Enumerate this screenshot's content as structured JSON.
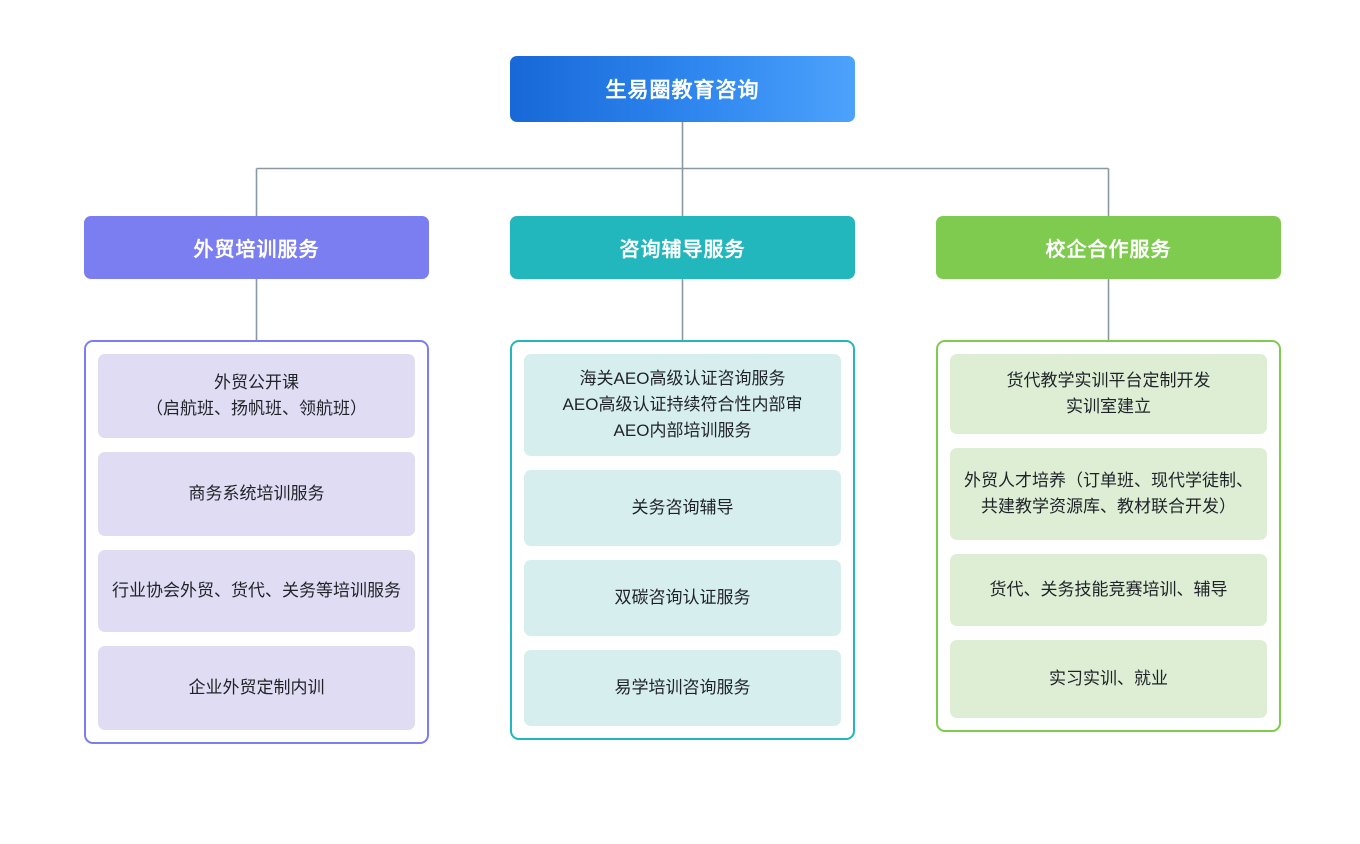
{
  "diagram": {
    "type": "organization-chart",
    "root": {
      "label": "生易圈教育咨询",
      "color": "#2f87ef",
      "gradient_from": "#1868d8",
      "gradient_to": "#4da2fb"
    },
    "connector_color": "#8a97a5",
    "columns": [
      {
        "id": "foreign-trade-training",
        "label": "外贸培训服务",
        "header_color": "#7b7ef0",
        "card_color": "#e0dcf4",
        "items": [
          {
            "label": "外贸公开课\n（启航班、扬帆班、领航班）"
          },
          {
            "label": "商务系统培训服务"
          },
          {
            "label": "行业协会外贸、货代、关务等培训服务"
          },
          {
            "label": "企业外贸定制内训"
          }
        ]
      },
      {
        "id": "consulting-tutoring",
        "label": "咨询辅导服务",
        "header_color": "#22b6bd",
        "card_color": "#d7eeee",
        "items": [
          {
            "label": "海关AEO高级认证咨询服务\nAEO高级认证持续符合性内部审\nAEO内部培训服务"
          },
          {
            "label": "关务咨询辅导"
          },
          {
            "label": "双碳咨询认证服务"
          },
          {
            "label": "易学培训咨询服务"
          }
        ]
      },
      {
        "id": "school-enterprise-cooperation",
        "label": "校企合作服务",
        "header_color": "#7ecb4f",
        "card_color": "#ddeed4",
        "items": [
          {
            "label": "货代教学实训平台定制开发\n实训室建立"
          },
          {
            "label": "外贸人才培养（订单班、现代学徒制、共建教学资源库、教材联合开发）"
          },
          {
            "label": "货代、关务技能竞赛培训、辅导"
          },
          {
            "label": "实习实训、就业"
          }
        ]
      }
    ]
  }
}
